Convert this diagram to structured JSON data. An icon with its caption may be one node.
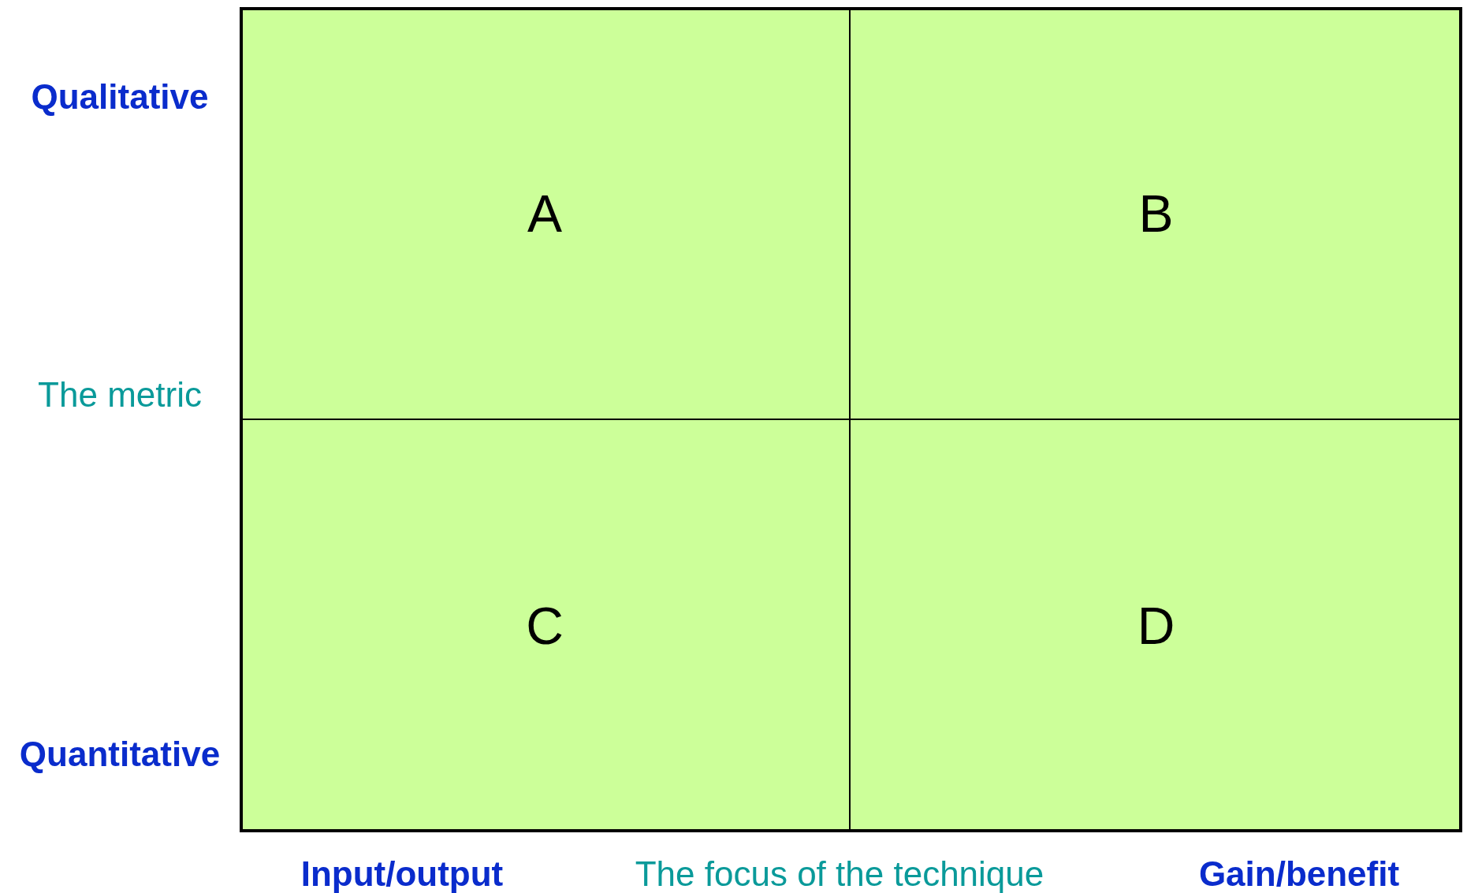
{
  "diagram": {
    "nodes": [
      {
        "text": [
          "A"
        ]
      },
      {
        "text": [
          "B"
        ]
      },
      {
        "text": [
          "C"
        ]
      },
      {
        "text": [
          "D"
        ]
      }
    ],
    "labels": [
      "Qualitative",
      "The metric",
      "Quantitative",
      "Input/output",
      "The focus of the technique",
      "Gain/benefit"
    ]
  }
}
